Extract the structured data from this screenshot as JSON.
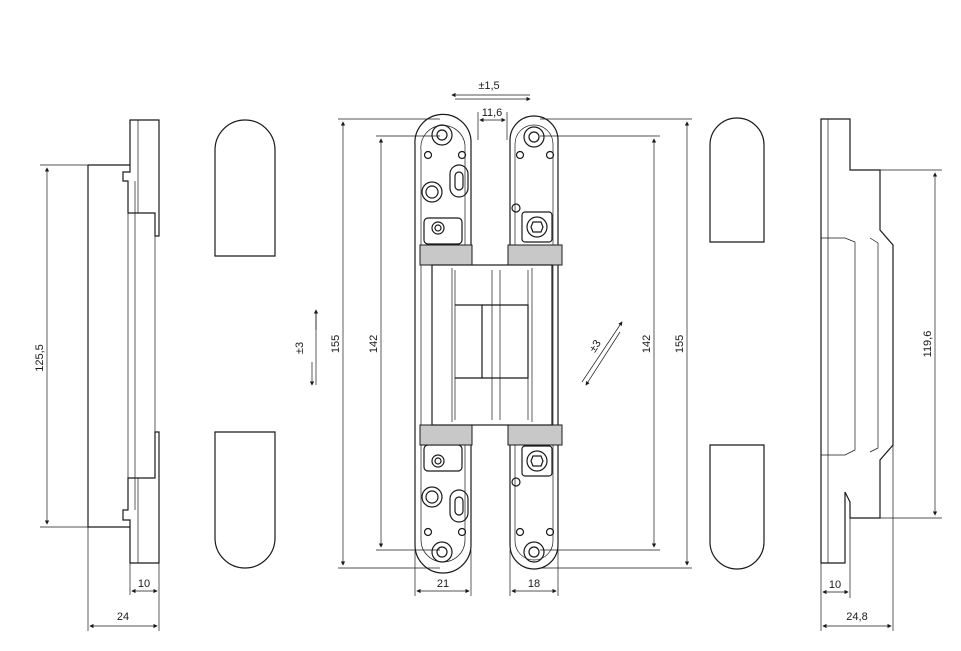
{
  "dimensions": {
    "left_height": "125,5",
    "left_width_small": "10",
    "left_width": "24",
    "adjust_vertical": "±3",
    "total_height_outer": "155",
    "body_height": "142",
    "adjust_lateral": "±1,5",
    "gap": "11,6",
    "left_leaf_width": "21",
    "right_leaf_width": "18",
    "adjust_depth": "±3",
    "right_body_height": "142",
    "right_total_height": "155",
    "right_profile_height": "119,6",
    "right_width_small": "10",
    "right_width": "24,8"
  }
}
